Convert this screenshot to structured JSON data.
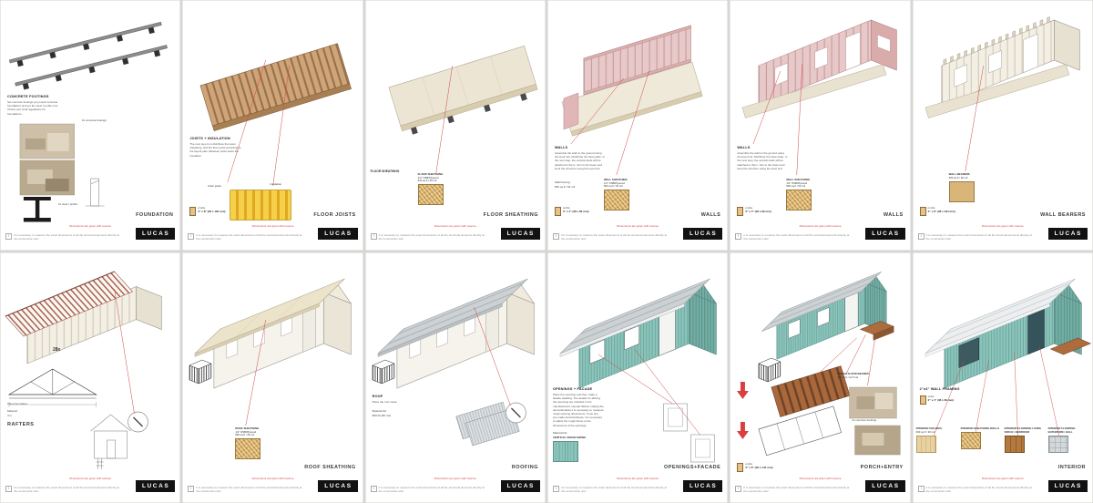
{
  "common": {
    "logo": "LUCAS",
    "mark": "!",
    "warning": "Dimensions are given with reserve",
    "disclaimer": "It is necessary to measure the exact dimensions of all the structural elements directly at the construction site!"
  },
  "pages": [
    {
      "label": "FOUNDATION",
      "heading": "CONCRETE FOOTINGS",
      "body": "Set concrete footings (or poured concrete foundation) and put the steel I profile over. Check your local regulations for foundations.",
      "note": "6x concrete footings",
      "detail": "2x steel I profile"
    },
    {
      "label": "FLOOR JOISTS",
      "heading": "JOISTS + INSULATION",
      "body": "The next step is to distribute the lower sheathing, and the floor joists according to the layout plan. Between joists place the insulation.",
      "callout_a": "Floor joists",
      "callout_b": "Insulation",
      "profile": {
        "label": "profile",
        "value": "2\" x 8\"  (38 x 184 mm)"
      }
    },
    {
      "label": "FLOOR SHEATHING",
      "callout_a": "FLOOR SHEATHING",
      "swatch": {
        "name": "FLOOR SHEATHING",
        "spec": "1/2\" OSB/Plywood",
        "qty": "610 sq.ft  |  36 m2"
      }
    },
    {
      "label": "WALLS",
      "heading": "WALLS",
      "body": "Assemble the wall on the ground using the level tool. Distribute the base plate. In the next step, the vertical studs will be attached to them. Join to the beam and level the structure using the level tool.",
      "note": "Wall framing:",
      "note2": "560 sq.ft / 52 m2",
      "swatch": {
        "name": "WALL SHEATHING",
        "spec": "1/2\" OSB/Plywood",
        "qty": "560 sq.ft / 52 m2"
      },
      "profile": {
        "label": "profile",
        "value": "2\" x 4\"  (38 x 89 mm)"
      }
    },
    {
      "label": "WALLS",
      "heading": "WALLS",
      "body": "Assemble the wall on the ground using the level tool. Distribute the base plate. In the next step, the vertical studs will be attached to them. Join to the beam and level the structure using the level tool.",
      "swatch": {
        "name": "WALL SHEATHING",
        "spec": "1/2\" OSB/Plywood",
        "qty": "560 sq.ft / 52 m2"
      },
      "profile": {
        "label": "profile",
        "value": "2\" x 4\"  (38 x 89 mm)"
      }
    },
    {
      "label": "WALL BEARERS",
      "swatch": {
        "name": "WALL BEARERS",
        "qty": "300 sq.ft / 30 m2"
      },
      "profile": {
        "label": "profile",
        "value": "2\" x 8\"  (38 x 184 mm)"
      }
    },
    {
      "label": "RAFTERS",
      "count": "28x",
      "body": "Place the rafters.",
      "note": "Material:",
      "note2": "4 m"
    },
    {
      "label": "ROOF SHEATHING",
      "swatch": {
        "name": "ROOF SHEATHING",
        "spec": "1/2\" OSB/Plywood",
        "qty": "800 sq.ft / 36 m2"
      }
    },
    {
      "label": "ROOFING",
      "heading": "ROOF",
      "body": "Place the roof metal.",
      "note": "Material list:",
      "note2": "860 ft2 (80 m2)"
    },
    {
      "label": "OPENINGS+FACADE",
      "heading": "OPENINGS + FACADE",
      "body": "Place the openings and then make a facade cladding. The details for affixing the openings are included in the manufacturers manual. Before making the doors/windows it is necessary to measure rough opening dimensions. If you buy pre-made doors/windows, it is necessary to adjust the rough frame to the dimensions of the openings.",
      "note": "Material list:",
      "swatch": {
        "name": "VERTICAL CEDAR SIDING"
      }
    },
    {
      "label": "PORCH+ENTRY",
      "swatch": {
        "name": "PORCH FLOOR BEARER",
        "qty": "110 sq.ft / 11,5 m2"
      },
      "note": "4x concrete footings",
      "profile": {
        "label": "profile",
        "value": "2\" x 6\"  (38 x 140 mm)"
      }
    },
    {
      "label": "INTERIOR",
      "heading": "2\"x4\" WALL FRAMING",
      "profile": {
        "label": "studs",
        "value": "2\" x 4\"  (38 x 89 mm)"
      },
      "swatches": [
        {
          "name": "INTERIOR CEILINGS",
          "qty": "300 sq.ft / 30 m2"
        },
        {
          "name": "INTERIOR SHEATHING WALLS",
          "qty": ""
        },
        {
          "name": "INTERIOR FLOORING LIVING SPACE / BEDROOM",
          "qty": ""
        },
        {
          "name": "INTERIOR FLOORING BATHROOM / HALL",
          "qty": ""
        }
      ]
    }
  ]
}
